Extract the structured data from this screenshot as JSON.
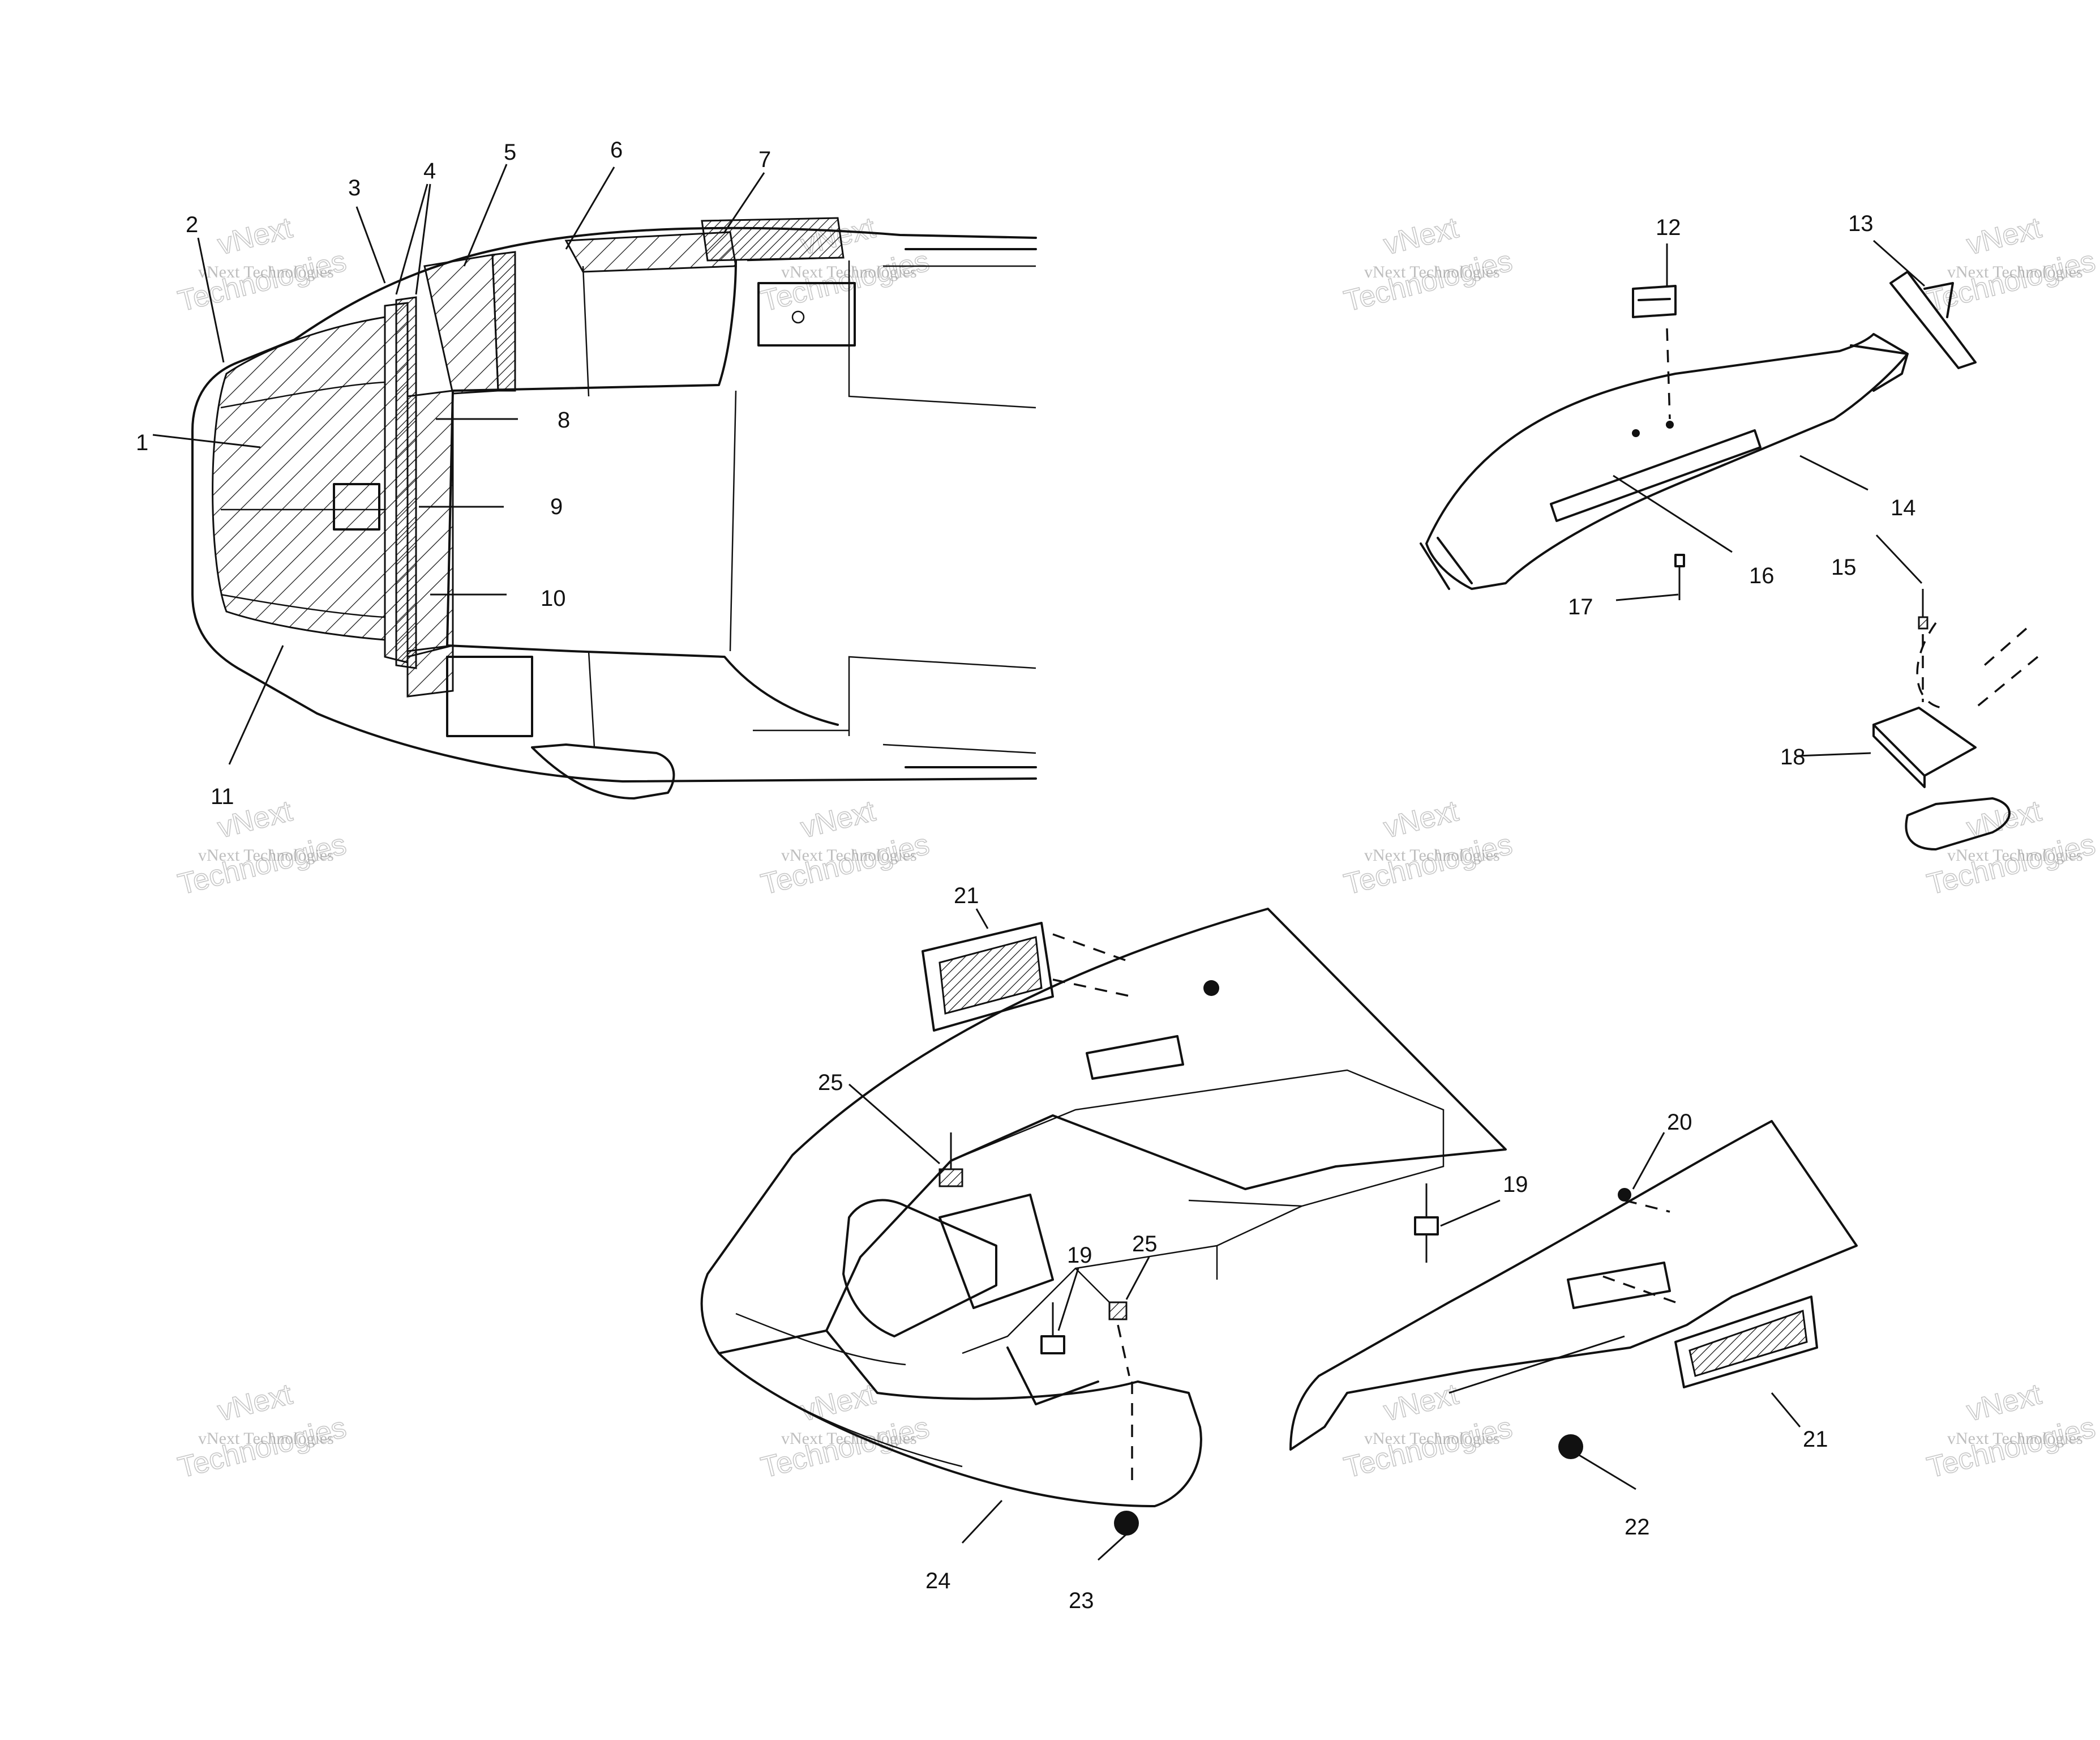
{
  "watermark": {
    "line1": "vNext",
    "line2": "vNext Technologies",
    "line3": "Technologies"
  },
  "callouts": [
    "1",
    "2",
    "3",
    "4",
    "5",
    "6",
    "7",
    "8",
    "9",
    "10",
    "11",
    "12",
    "13",
    "14",
    "15",
    "16",
    "17",
    "18",
    "19",
    "19",
    "20",
    "21",
    "21",
    "22",
    "23",
    "24",
    "25",
    "25"
  ]
}
